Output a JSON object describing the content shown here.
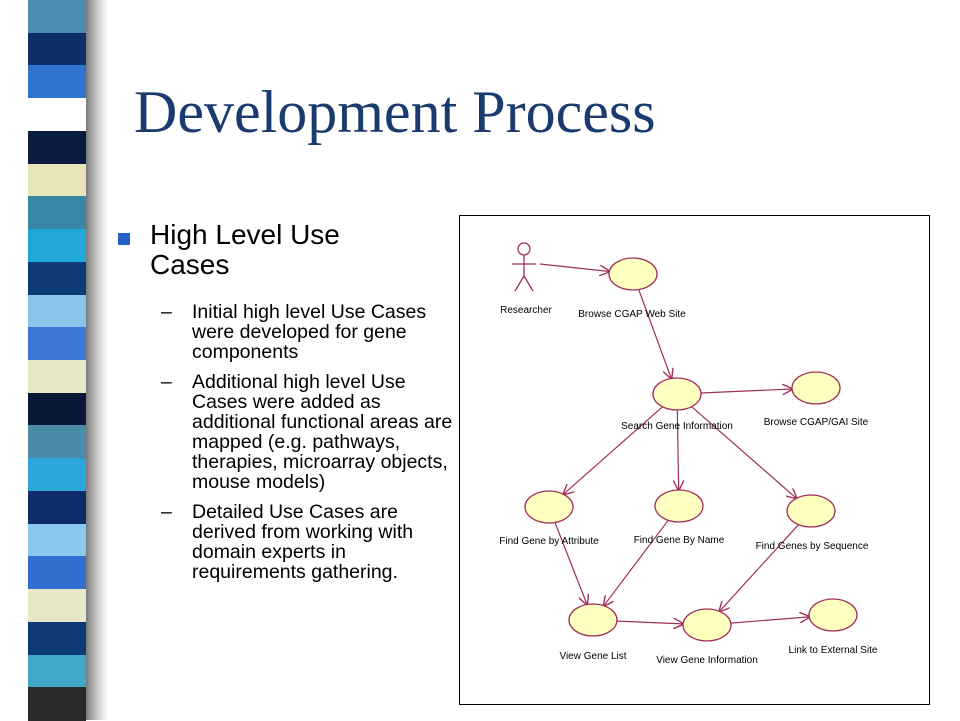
{
  "title": "Development Process",
  "bullet": {
    "text": "High Level Use Cases",
    "sub_items": [
      "Initial high level Use Cases were developed for gene components",
      "Additional high level Use Cases were added as additional functional areas are mapped (e.g. pathways, therapies, microarray objects, mouse models)",
      "Detailed Use Cases are derived from working with domain experts in requirements gathering."
    ],
    "dash": "–"
  },
  "theme": {
    "title_color": "#1b3a6e",
    "bullet_color": "#2461c8",
    "line_color": "#a0305a",
    "usecase_fill": "#ffffc0",
    "stripe_colors": [
      "#4a8db0",
      "#0f2f6a",
      "#3173d0",
      "#ffffff",
      "#0b1a3f",
      "#e6e6b8",
      "#3a86a8",
      "#20a8d8",
      "#0e3a78",
      "#8ac4e8",
      "#3c78d8",
      "#e8e8c8",
      "#0a1838",
      "#4a8ca8",
      "#2aa6d8",
      "#0d2d6a",
      "#8ac8f0",
      "#2f6fd0",
      "#e8e8c8",
      "#0e3a78",
      "#3fa8c8",
      "#2a2a2a"
    ]
  },
  "diagram": {
    "actor": {
      "name": "Researcher"
    },
    "use_cases": [
      {
        "id": "browse-cgap-web-site",
        "label": "Browse CGAP Web Site"
      },
      {
        "id": "search-gene-information",
        "label": "Search Gene Information"
      },
      {
        "id": "browse-cgap-gai-site",
        "label": "Browse CGAP/GAI Site"
      },
      {
        "id": "find-gene-by-attribute",
        "label": "Find Gene by Attribute"
      },
      {
        "id": "find-gene-by-name",
        "label": "Find Gene By Name"
      },
      {
        "id": "find-genes-by-sequence",
        "label": "Find Genes by Sequence"
      },
      {
        "id": "view-gene-list",
        "label": "View Gene List"
      },
      {
        "id": "view-gene-information",
        "label": "View Gene Information"
      },
      {
        "id": "link-to-external-site",
        "label": "Link to External Site"
      }
    ],
    "connections": [
      {
        "from": "actor",
        "to": "browse-cgap-web-site"
      },
      {
        "from": "browse-cgap-web-site",
        "to": "search-gene-information"
      },
      {
        "from": "search-gene-information",
        "to": "browse-cgap-gai-site"
      },
      {
        "from": "search-gene-information",
        "to": "find-gene-by-attribute"
      },
      {
        "from": "search-gene-information",
        "to": "find-gene-by-name"
      },
      {
        "from": "search-gene-information",
        "to": "find-genes-by-sequence"
      },
      {
        "from": "find-gene-by-attribute",
        "to": "view-gene-list"
      },
      {
        "from": "find-gene-by-name",
        "to": "view-gene-list"
      },
      {
        "from": "find-genes-by-sequence",
        "to": "view-gene-information"
      },
      {
        "from": "view-gene-list",
        "to": "view-gene-information"
      },
      {
        "from": "view-gene-information",
        "to": "link-to-external-site"
      }
    ]
  }
}
